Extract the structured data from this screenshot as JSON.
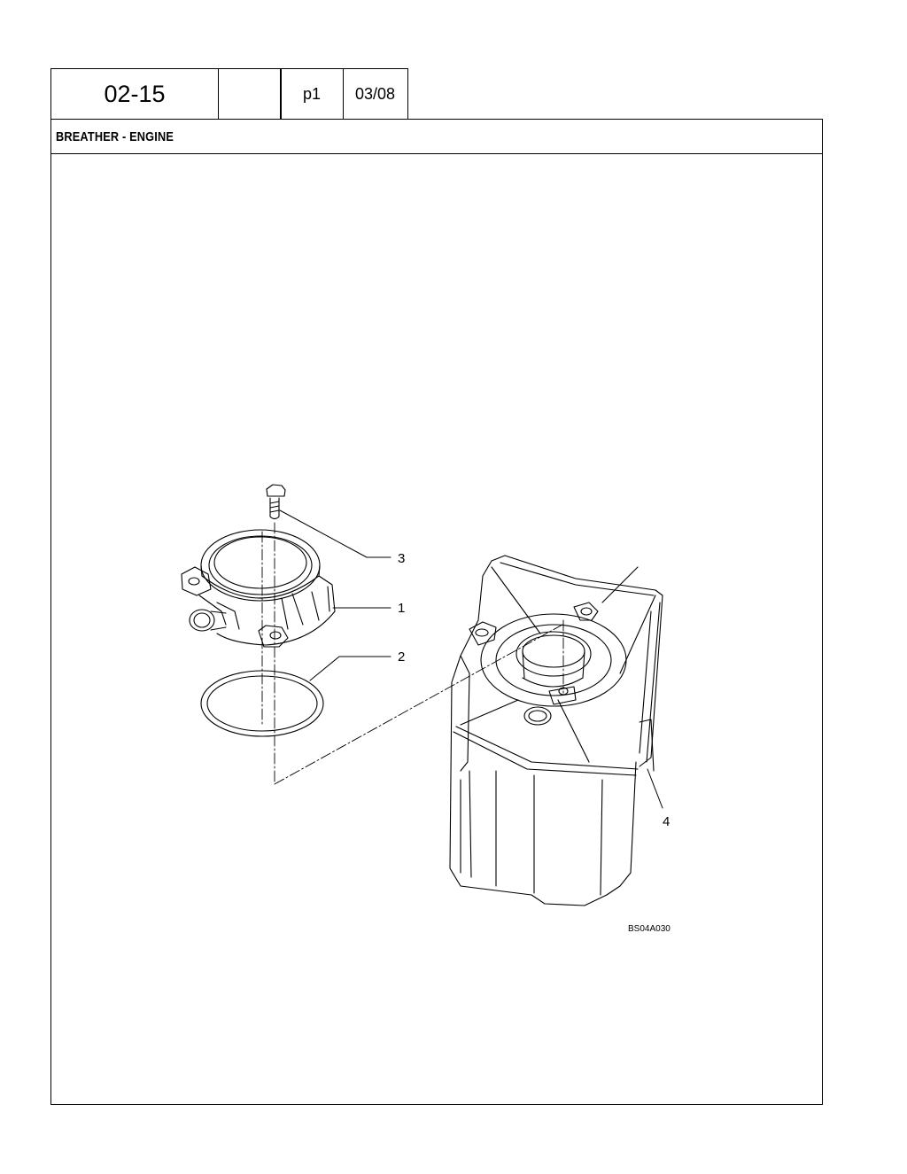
{
  "header": {
    "section": "02-15",
    "blank": "",
    "page": "p1",
    "date": "03/08"
  },
  "title": "BREATHER - ENGINE",
  "illustration": {
    "reference_code": "BS04A030",
    "callouts": [
      {
        "number": "1",
        "part": "breather-cover"
      },
      {
        "number": "2",
        "part": "o-ring"
      },
      {
        "number": "3",
        "part": "bolt"
      },
      {
        "number": "4",
        "part": "engine-housing"
      }
    ]
  }
}
